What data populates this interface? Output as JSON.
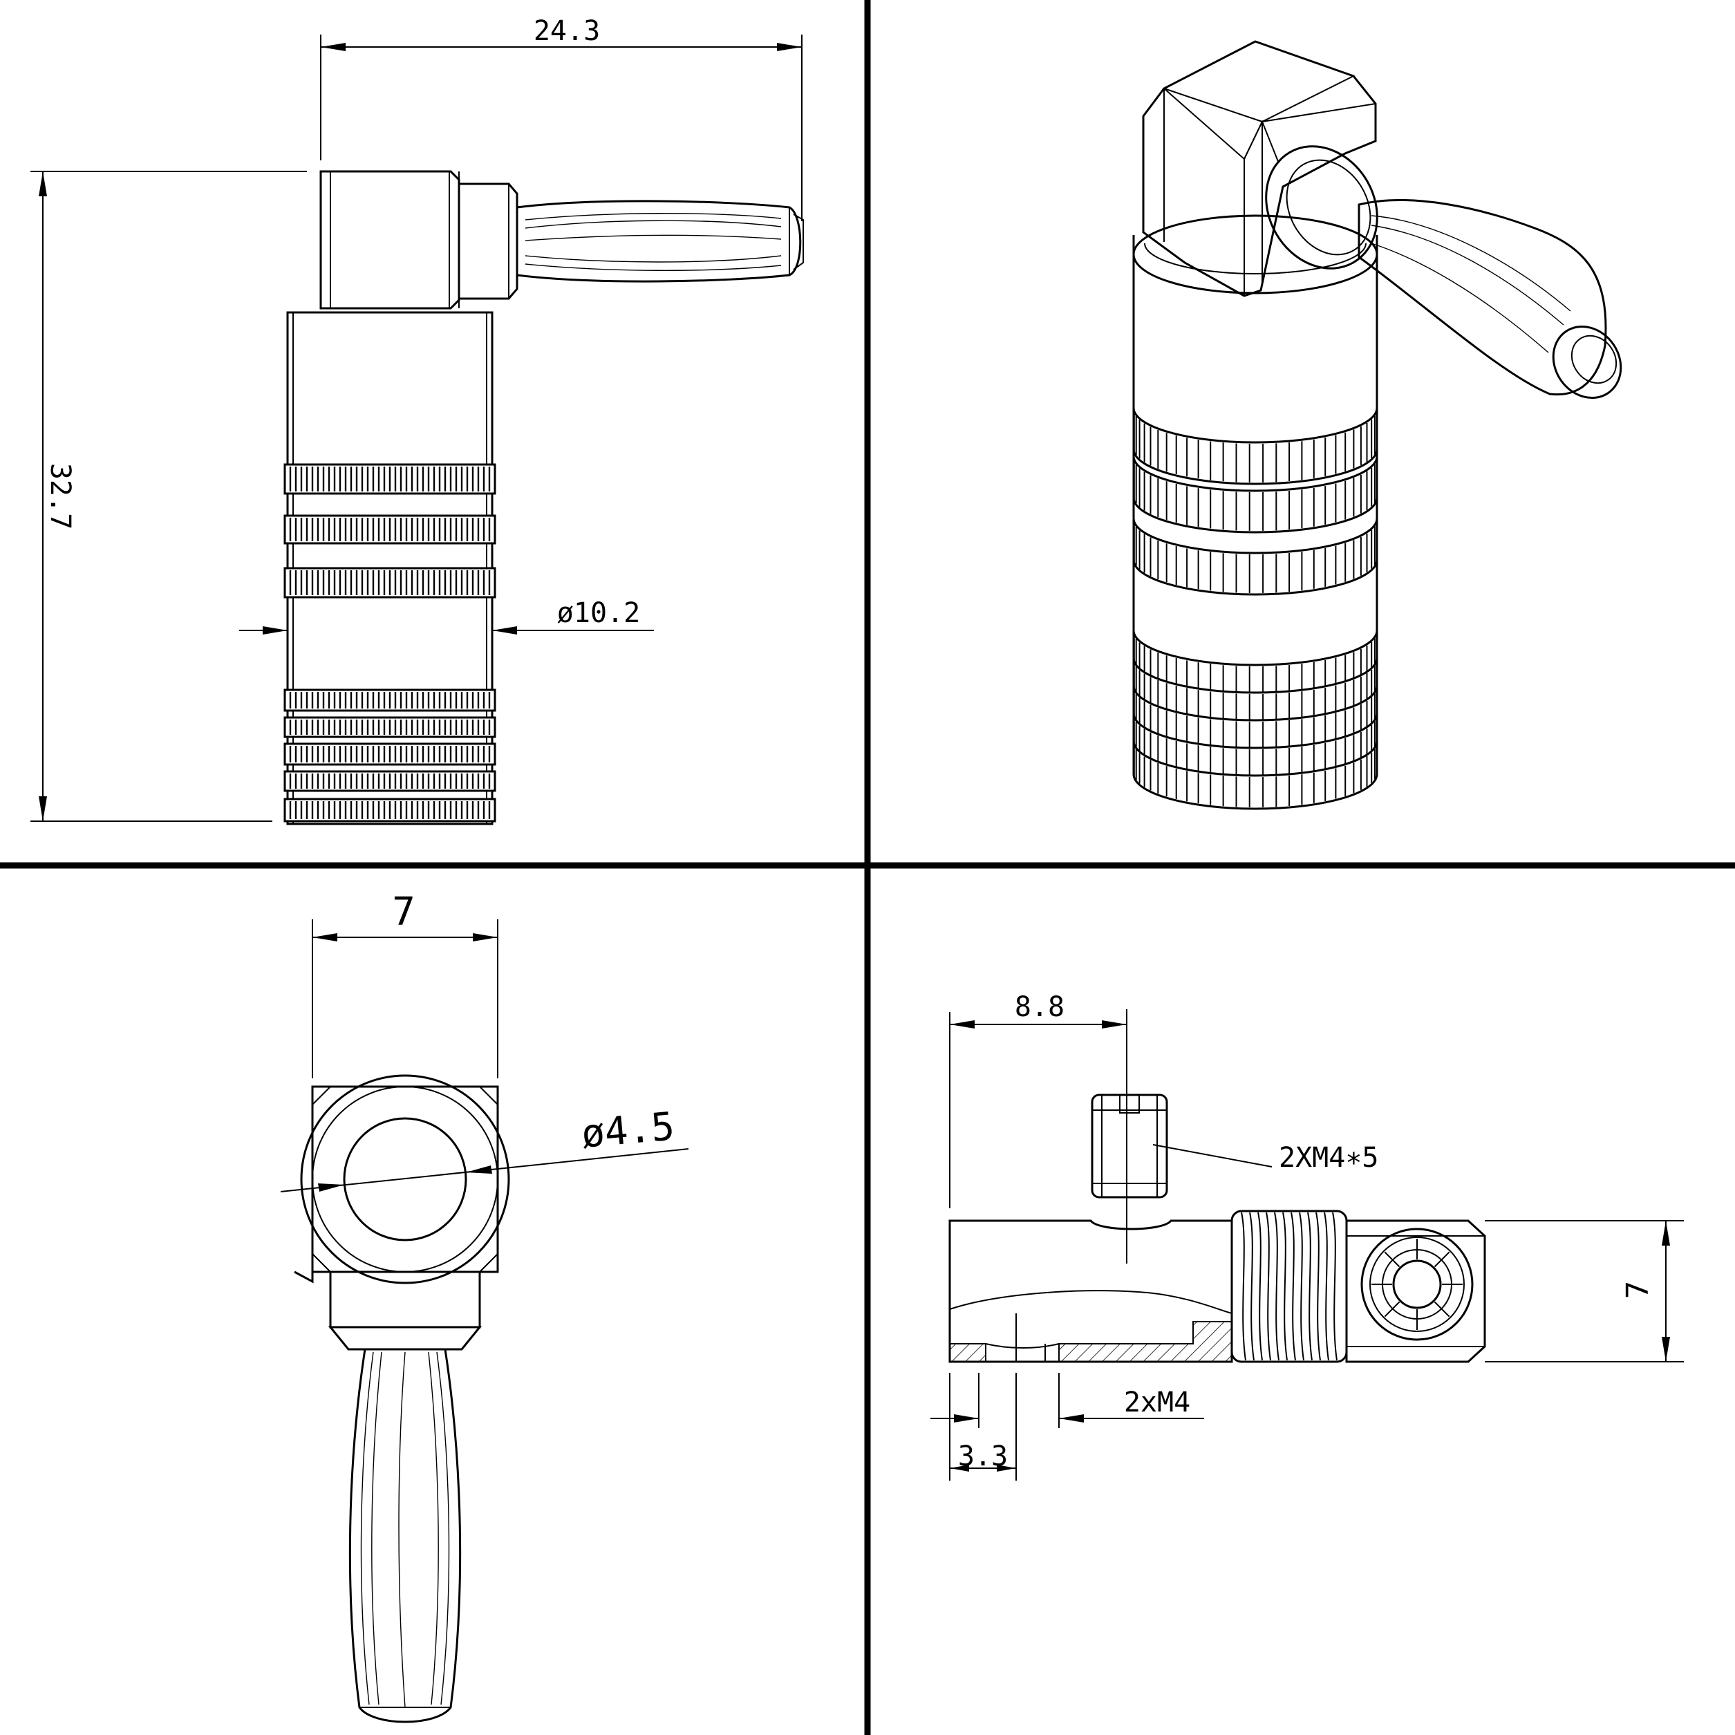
{
  "views": {
    "side": {
      "dim_width": "24.3",
      "dim_height": "32.7",
      "dim_diameter": "ø10.2"
    },
    "iso": {},
    "top": {
      "dim_width": "7",
      "dim_diameter": "ø4.5"
    },
    "section": {
      "dim_offset": "8.8",
      "screw_label": "2XM4∗5",
      "thread_label": "2xM4",
      "dim_height": "7",
      "dim_gap": "3.3"
    }
  },
  "colors": {
    "line": "#000000",
    "background": "#ffffff"
  }
}
